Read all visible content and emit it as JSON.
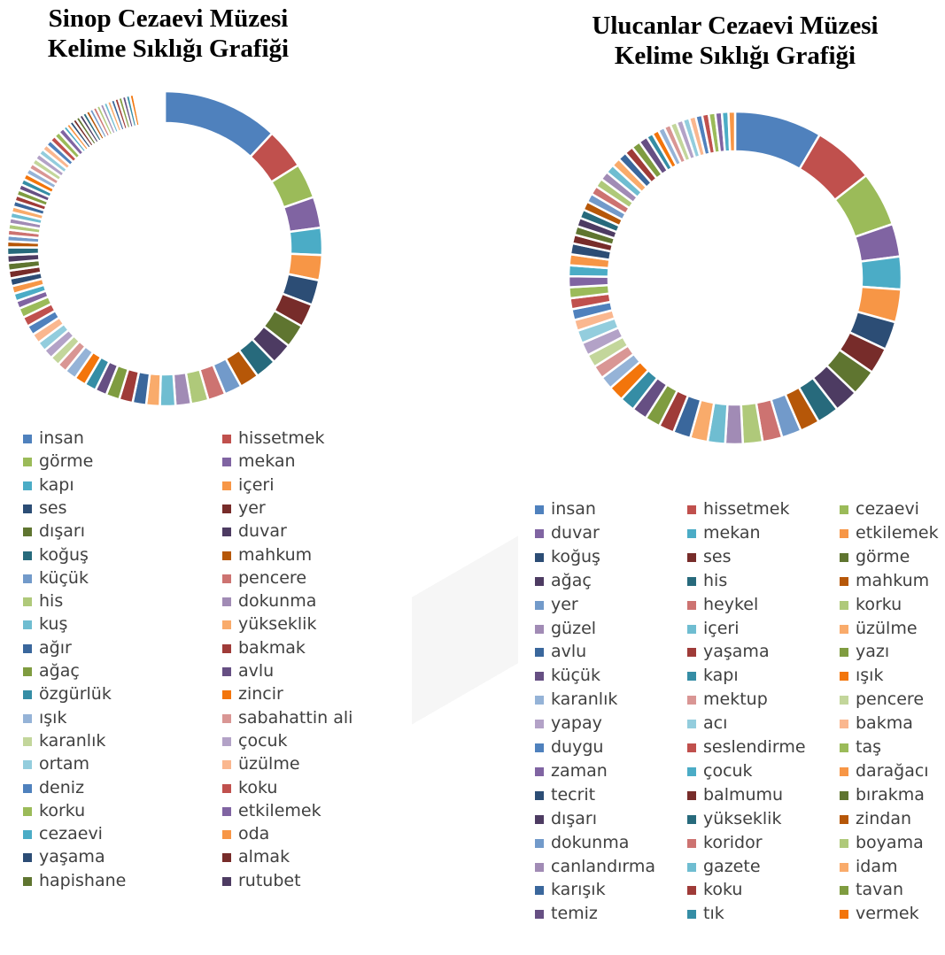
{
  "chart_data": [
    {
      "type": "pie",
      "donut": true,
      "title": [
        "Sinop Cezaevi Müzesi",
        "Kelime Sıklığı Grafiği"
      ],
      "legend_position": "bottom",
      "categories": [
        "insan",
        "hissetmek",
        "görme",
        "mekan",
        "kapı",
        "içeri",
        "ses",
        "yer",
        "dışarı",
        "duvar",
        "koğuş",
        "mahkum",
        "küçük",
        "pencere",
        "his",
        "dokunma",
        "kuş",
        "yükseklik",
        "ağır",
        "bakmak",
        "ağaç",
        "avlu",
        "özgürlük",
        "zincir",
        "ışık",
        "sabahattin ali",
        "karanlık",
        "çocuk",
        "ortam",
        "üzülme",
        "deniz",
        "koku",
        "korku",
        "etkilemek",
        "cezaevi",
        "oda",
        "yaşama",
        "almak",
        "hapishane",
        "rutubet"
      ],
      "values": [
        60,
        21,
        18,
        16,
        14,
        13,
        13,
        12,
        12,
        11,
        11,
        10,
        9,
        9,
        9,
        8,
        8,
        7,
        7,
        7,
        7,
        6,
        6,
        6,
        6,
        5,
        5,
        5,
        5,
        5,
        5,
        5,
        5,
        4,
        4,
        4,
        4,
        4,
        4,
        4,
        4,
        3,
        3,
        3,
        3,
        3,
        3,
        3,
        3,
        3,
        3,
        3,
        3,
        3,
        3,
        3,
        3,
        3,
        3,
        3,
        3,
        3,
        3,
        3,
        2,
        2,
        2,
        2,
        2,
        2,
        2,
        2,
        2,
        2,
        2,
        2,
        2,
        2,
        2,
        2,
        2,
        2,
        2,
        2,
        1,
        1,
        1,
        1,
        1,
        1,
        1,
        1,
        1,
        1,
        1,
        1,
        1,
        1,
        1,
        1
      ]
    },
    {
      "type": "pie",
      "donut": true,
      "title": [
        "Ulucanlar Cezaevi Müzesi",
        "Kelime Sıklığı Grafiği"
      ],
      "legend_position": "bottom",
      "categories": [
        "insan",
        "hissetmek",
        "cezaevi",
        "duvar",
        "mekan",
        "etkilemek",
        "koğuş",
        "ses",
        "görme",
        "ağaç",
        "his",
        "mahkum",
        "yer",
        "heykel",
        "korku",
        "güzel",
        "içeri",
        "üzülme",
        "avlu",
        "yaşama",
        "yazı",
        "küçük",
        "kapı",
        "ışık",
        "karanlık",
        "mektup",
        "pencere",
        "yapay",
        "acı",
        "bakma",
        "duygu",
        "seslendirme",
        "taş",
        "zaman",
        "çocuk",
        "darağacı",
        "tecrit",
        "balmumu",
        "bırakma",
        "dışarı",
        "yükseklik",
        "zindan",
        "dokunma",
        "koridor",
        "boyama",
        "canlandırma",
        "gazete",
        "idam",
        "karışık",
        "koku",
        "tavan",
        "temiz",
        "tık",
        "vermek"
      ],
      "values": [
        40,
        28,
        25,
        15,
        15,
        15,
        13,
        12,
        12,
        11,
        10,
        9,
        9,
        9,
        9,
        8,
        8,
        8,
        8,
        7,
        7,
        7,
        7,
        7,
        6,
        6,
        6,
        6,
        6,
        5,
        5,
        5,
        5,
        5,
        5,
        5,
        5,
        4,
        4,
        4,
        4,
        4,
        4,
        4,
        4,
        4,
        4,
        4,
        4,
        4,
        4,
        4,
        3,
        3,
        3,
        3,
        3,
        3,
        3,
        3,
        3,
        3,
        3,
        3,
        3,
        3
      ]
    }
  ],
  "palette": [
    "#4f81bd",
    "#c0504d",
    "#9bbb59",
    "#8064a2",
    "#4bacc6",
    "#f79646",
    "#2c4d75",
    "#772c2a",
    "#5f7530",
    "#4d3b62",
    "#276a7c",
    "#b65708",
    "#729aca",
    "#cd7371",
    "#afc97a",
    "#a18bb5",
    "#6fbdd1",
    "#f9ab6b",
    "#3a679c",
    "#9f3b38",
    "#7f9c40",
    "#664f83",
    "#358da5",
    "#f3750b",
    "#95b3d7",
    "#d99694",
    "#c3d69b",
    "#b3a2c7",
    "#93cddd",
    "#fab78f"
  ]
}
